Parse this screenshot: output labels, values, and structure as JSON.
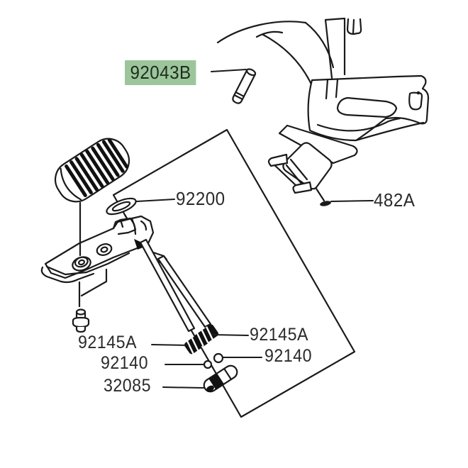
{
  "diagram": {
    "type": "parts-exploded-diagram",
    "subject": "motorcycle footpeg assembly",
    "highlight_color": "#9cc59c",
    "line_color": "#1a1a1a",
    "background_color": "#ffffff",
    "parts": [
      {
        "code": "92043B",
        "highlighted": true,
        "position": "top-left"
      },
      {
        "code": "92200",
        "highlighted": false,
        "position": "middle-left"
      },
      {
        "code": "482A",
        "highlighted": false,
        "position": "middle-right"
      },
      {
        "code": "92145A",
        "highlighted": false,
        "position": "lower-left"
      },
      {
        "code": "92145A",
        "highlighted": false,
        "position": "lower-right"
      },
      {
        "code": "92140",
        "highlighted": false,
        "position": "lower-left"
      },
      {
        "code": "92140",
        "highlighted": false,
        "position": "lower-right"
      },
      {
        "code": "32085",
        "highlighted": false,
        "position": "bottom-left"
      }
    ]
  }
}
